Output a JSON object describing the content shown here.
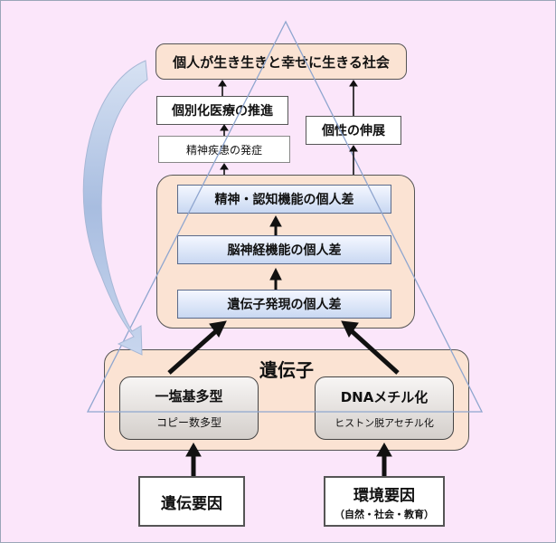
{
  "top": {
    "text": "個人が生き生きと幸せに生きる社会"
  },
  "left_col": {
    "box1": "個別化医療の推進",
    "box2": "精神疾患の発症"
  },
  "right_col": {
    "box1": "個性の伸展"
  },
  "mid": {
    "row1": "精神・認知機能の個人差",
    "row2": "脳神経機能の個人差",
    "row3": "遺伝子発現の個人差"
  },
  "gene": {
    "title": "遺伝子",
    "left": {
      "title": "一塩基多型",
      "sub": "コピー数多型"
    },
    "right": {
      "title": "DNAメチル化",
      "sub": "ヒストン脱アセチル化"
    }
  },
  "factors": {
    "left": {
      "title": "遺伝要因"
    },
    "right": {
      "title": "環境要因",
      "sub": "（自然・社会・教育）"
    }
  },
  "colors": {
    "triangle": "#8fa6cf",
    "arrow_curve": "#b9c9e6",
    "peach": "#fbe3d3",
    "background": "#fbe6fa"
  }
}
